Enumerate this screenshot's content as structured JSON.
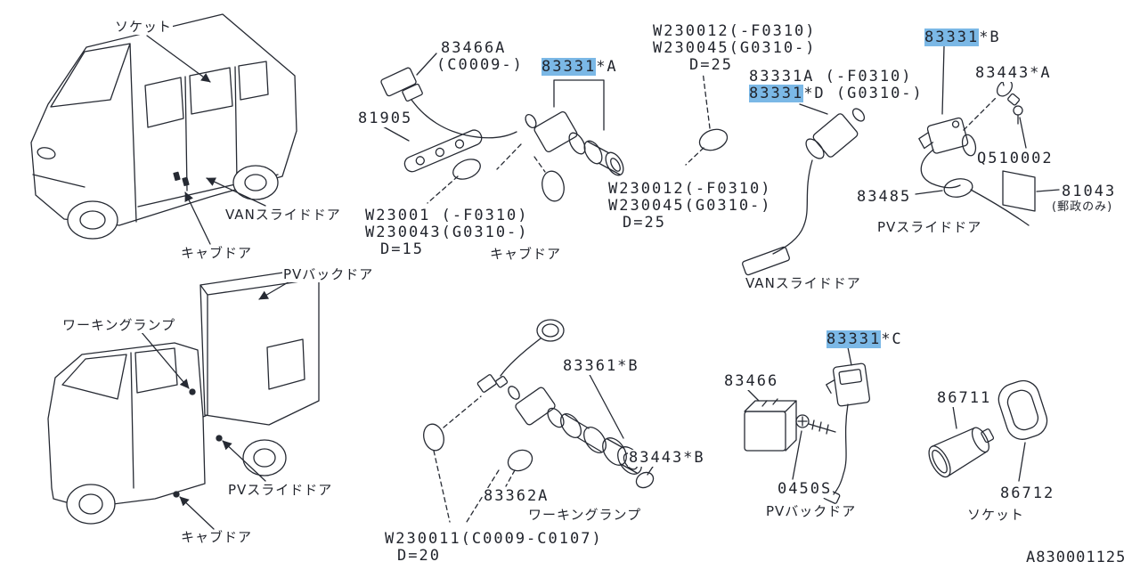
{
  "colors": {
    "highlight": "#7bb8e6",
    "ink": "#262a33",
    "background": "#ffffff"
  },
  "drawing_code": "A830001125",
  "labels": {
    "socket_top": "ソケット",
    "p83466A": "83466A",
    "p83466A_range": "(C0009-)",
    "w230012_top": "W230012(-F0310)",
    "w230045_top": "W230045(G0310-)",
    "d25_top": "D=25",
    "p83443A": "83443*A",
    "p83331A_f0310": "83331A (-F0310)",
    "p81905": "81905",
    "q510002": "Q510002",
    "p83485": "83485",
    "p81043": "81043",
    "p81043_note": "(郵政のみ)",
    "w230012_mid": "W230012(-F0310)",
    "w230045_mid": "W230045(G0310-)",
    "d25_mid": "D=25",
    "w23001": "W23001 (-F0310)",
    "w230043": "W230043(G0310-)",
    "d15": "D=15",
    "cab_door_mid": "キャブドア",
    "pv_slide_door_right": "PVスライドドア",
    "van_slide_door_left": "VANスライドドア",
    "cab_door_left": "キャブドア",
    "van_slide_door_mid": "VANスライドドア",
    "pv_back_door_top": "PVバックドア",
    "working_lamp_left": "ワーキングランプ",
    "p83361B": "83361*B",
    "p83466": "83466",
    "p86711": "86711",
    "p83443B": "83443*B",
    "p83362A": "83362A",
    "working_lamp_mid": "ワーキングランプ",
    "p0450S": "0450S",
    "pv_back_door_bottom": "PVバックドア",
    "p86712": "86712",
    "socket_bottom": "ソケット",
    "pv_slide_door_bottom_left": "PVスライドドア",
    "cab_door_bottom": "キャブドア",
    "w230011": "W230011(C0009-C0107)",
    "d20": "D=20"
  },
  "highlighted_parts": {
    "a": {
      "number": "83331",
      "suffix": "*A"
    },
    "b": {
      "number": "83331",
      "suffix": "*B"
    },
    "c": {
      "number": "83331",
      "suffix": "*C"
    },
    "d": {
      "number": "83331",
      "suffix": "*D (G0310-)"
    }
  }
}
